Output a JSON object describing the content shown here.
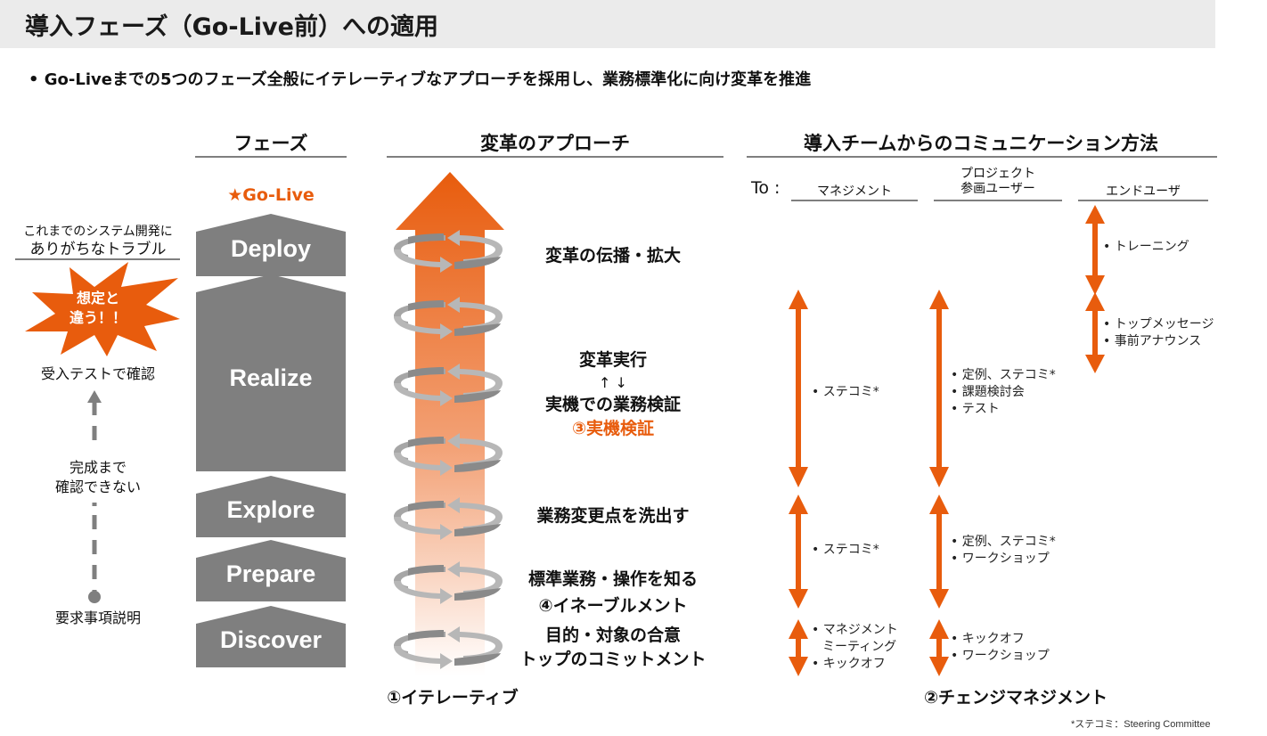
{
  "header": {
    "title": "導入フェーズ（Go-Live前）への適用",
    "subtitle": "• Go-Liveまでの5つのフェーズ全般にイテレーティブなアプローチを採用し、業務標準化に向け変革を推進"
  },
  "columns": {
    "phase": "フェーズ",
    "approach": "変革のアプローチ",
    "communication": "導入チームからのコミュニケーション方法"
  },
  "left_panel": {
    "heading_line1": "これまでのシステム開発に",
    "heading_line2": "ありがちなトラブル",
    "burst_line1": "想定と",
    "burst_line2": "違う！！",
    "acceptance_test": "受入テストで確認",
    "cannot_confirm_line1": "完成まで",
    "cannot_confirm_line2": "確認できない",
    "requirements": "要求事項説明"
  },
  "phases": {
    "go_live": "★Go-Live",
    "items": [
      {
        "name": "Deploy"
      },
      {
        "name": "Realize"
      },
      {
        "name": "Explore"
      },
      {
        "name": "Prepare"
      },
      {
        "name": "Discover"
      }
    ]
  },
  "approach": {
    "deploy": "変革の伝播・拡大",
    "realize_line1": "変革実行",
    "realize_line2": "↑ ↓",
    "realize_line3": "実機での業務検証",
    "realize_tag": "③実機検証",
    "explore": "業務変更点を洗出す",
    "prepare": "標準業務・操作を知る",
    "prepare_tag": "④イネーブルメント",
    "discover_line1": "目的・対象の合意",
    "discover_line2": "トップのコミットメント",
    "footer_tag": "①イテレーティブ"
  },
  "communication": {
    "to_label": "To :",
    "audiences": {
      "management": "マネジメント",
      "project_line1": "プロジェクト",
      "project_line2": "参画ユーザー",
      "end_user": "エンドユーザ"
    },
    "end_user_training": [
      "トレーニング"
    ],
    "end_user_announce": [
      "トップメッセージ",
      "事前アナウンス"
    ],
    "mgmt_realize": [
      "ステコミ*"
    ],
    "proj_realize": [
      "定例、ステコミ*",
      "課題検討会",
      "テスト"
    ],
    "mgmt_explore": [
      "ステコミ*"
    ],
    "proj_explore": [
      "定例、ステコミ*",
      "ワークショップ"
    ],
    "mgmt_discover": [
      "マネジメント",
      "ミーティング",
      "キックオフ"
    ],
    "proj_discover": [
      "キックオフ",
      "ワークショップ"
    ],
    "footer_tag": "②チェンジマネジメント"
  },
  "footnote": "*ステコミ：Steering Committee",
  "colors": {
    "accent_orange": "#e85c0d",
    "phase_gray": "#7f7f7f",
    "rule_gray": "#7f7f7f",
    "title_bg": "#ebebeb"
  }
}
